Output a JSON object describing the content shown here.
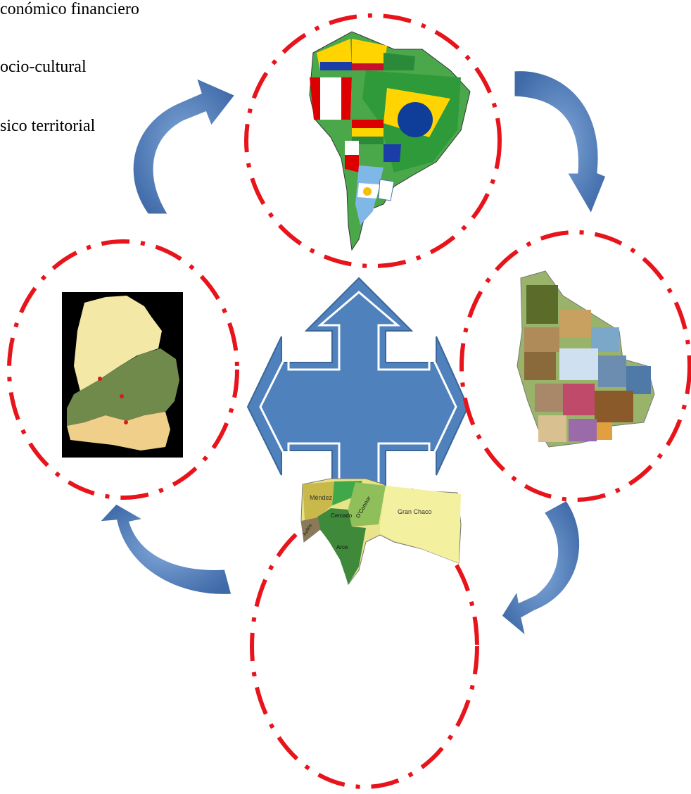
{
  "legend": [
    "conómico financiero",
    "ocio-cultural",
    "sico territorial"
  ],
  "tarija_map_labels": {
    "mendez": "Méndez",
    "cercado": "Cercado",
    "oconnor": "O'Connor",
    "gran_chaco": "Gran Chaco",
    "aviles": "Avilés",
    "arce": "Arce"
  },
  "colors": {
    "circle_dash": "#e8141b",
    "arrow_fill": "#4f81bd",
    "arrow_stroke": "#ffffff",
    "curved_arrow": "#4a78b8"
  },
  "icons": {
    "top": "south-america-flags-map",
    "right": "bolivia-photo-collage-map",
    "bottom": "tarija-provinces-map",
    "left": "basin-watershed-map"
  }
}
